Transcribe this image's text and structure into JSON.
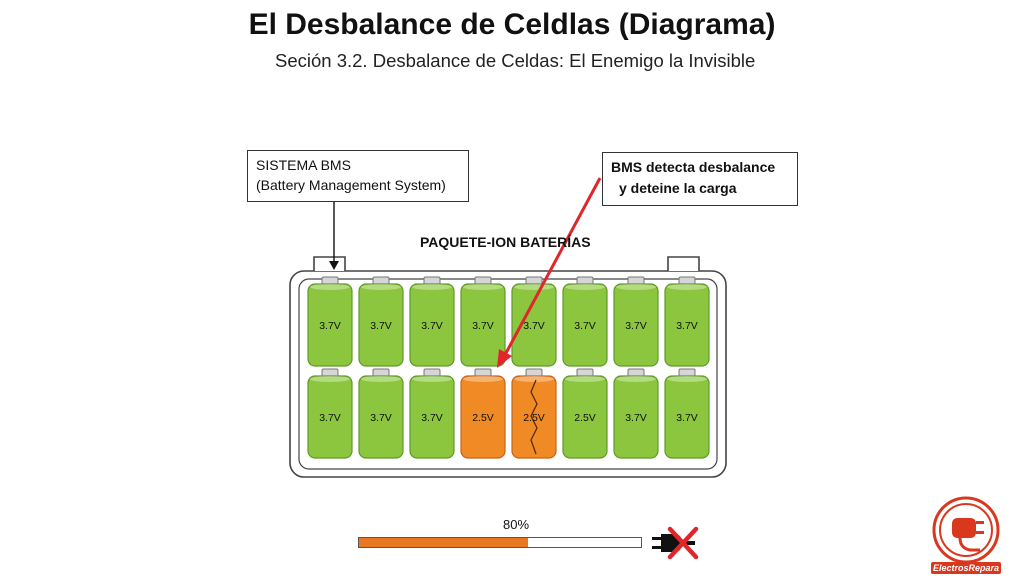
{
  "header": {
    "title": "El Desbalance de Celdlas (Diagrama)",
    "subtitle": "Seción 3.2. Desbalance de Celdas: El Enemigo la Invisible"
  },
  "callouts": {
    "bms": {
      "line1": "SISTEMA BMS",
      "line2": "(Battery Management System)"
    },
    "detect": {
      "line1": "BMS detecta desbalance",
      "line2": "y deteine la carga"
    }
  },
  "pack": {
    "label": "PAQUETE-ION BATERÍAS",
    "rows": [
      [
        {
          "voltage": "3.7V",
          "status": "ok"
        },
        {
          "voltage": "3.7V",
          "status": "ok"
        },
        {
          "voltage": "3.7V",
          "status": "ok"
        },
        {
          "voltage": "3.7V",
          "status": "ok"
        },
        {
          "voltage": "3.7V",
          "status": "ok"
        },
        {
          "voltage": "3.7V",
          "status": "ok"
        },
        {
          "voltage": "3.7V",
          "status": "ok"
        },
        {
          "voltage": "3.7V",
          "status": "ok"
        }
      ],
      [
        {
          "voltage": "3.7V",
          "status": "ok"
        },
        {
          "voltage": "3.7V",
          "status": "ok"
        },
        {
          "voltage": "3.7V",
          "status": "ok"
        },
        {
          "voltage": "2.5V",
          "status": "low"
        },
        {
          "voltage": "2.5V",
          "status": "damaged"
        },
        {
          "voltage": "2.5V",
          "status": "ok"
        },
        {
          "voltage": "3.7V",
          "status": "ok"
        },
        {
          "voltage": "3.7V",
          "status": "ok"
        }
      ]
    ]
  },
  "charge": {
    "percent_label": "80%",
    "level": 0.6
  },
  "colors": {
    "cell_ok_fill": "#8cc63f",
    "cell_ok_stroke": "#5f9a2a",
    "cell_low_fill": "#f08a24",
    "cell_low_stroke": "#c8641a",
    "arrow": "#e0262b",
    "progress": "#e87722",
    "cross": "#e0262b"
  },
  "icons": {
    "plug": "plug-icon",
    "cross": "cross-icon",
    "logo": "electrosrepara-logo-icon"
  },
  "logo": {
    "text": "ElectrosRepara"
  }
}
